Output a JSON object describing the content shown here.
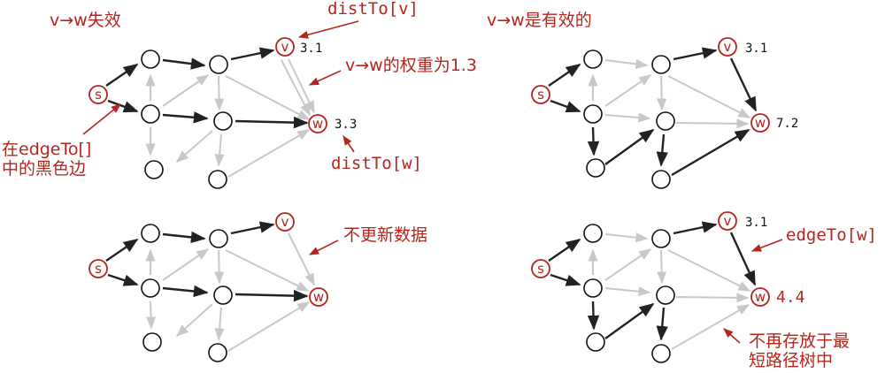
{
  "colors": {
    "accent": "#b3261e",
    "tree_edge": "#222222",
    "other_edge": "#c8c8c8",
    "node_stroke": "#111111"
  },
  "panels": {
    "tl": {
      "title": "v→w失效",
      "distTo_v_label": "distTo[v]",
      "weight_label": "v→w的权重为1.3",
      "edgeTo_label_line1": "在edgeTo[]",
      "edgeTo_label_line2": "中的黑色边",
      "distTo_w_label": "distTo[w]",
      "dist_v": "3.1",
      "dist_w": "3.3"
    },
    "tr": {
      "title": "v→w是有效的",
      "dist_v": "3.1",
      "dist_w": "7.2"
    },
    "bl": {
      "no_update_label": "不更新数据"
    },
    "br": {
      "dist_v": "3.1",
      "dist_w": "4.4",
      "edgeTo_w_label": "edgeTo[w]",
      "removed_label_line1": "不再存放于最",
      "removed_label_line2": "短路径树中"
    }
  },
  "node_labels": {
    "s": "s",
    "v": "v",
    "w": "w"
  }
}
